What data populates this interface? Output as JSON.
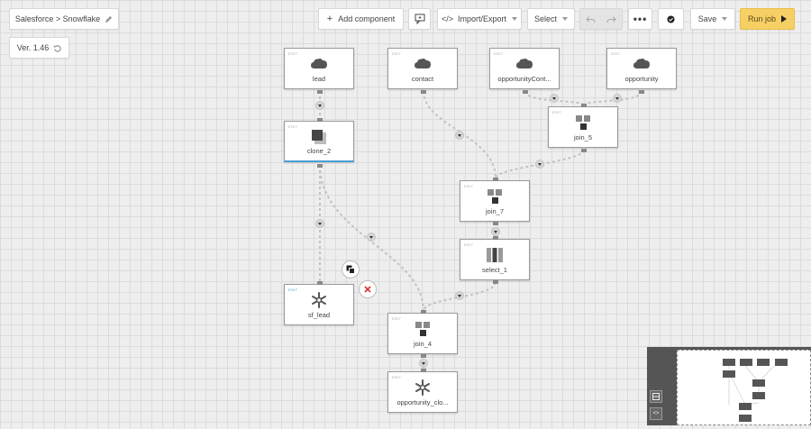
{
  "header": {
    "breadcrumb": "Salesforce > Snowflake",
    "version": "Ver. 1.46",
    "add_component": "Add component",
    "import_export": "Import/Export",
    "select": "Select",
    "save": "Save",
    "run_job": "Run job"
  },
  "node_edit_label": "EDIT",
  "nodes": {
    "lead": "lead",
    "contact": "contact",
    "opportunity_contact": "opportunityCont...",
    "opportunity": "opportunity",
    "clone_2": "clone_2",
    "join_5": "join_5",
    "join_7": "join_7",
    "select_1": "select_1",
    "sf_lead": "sf_lead",
    "join_4": "join_4",
    "opportunity_clone": "opportunity_clo..."
  },
  "colors": {
    "run_job_bg": "#f7d065",
    "selected_underline": "#4a9fd6",
    "remove_x": "#d33"
  },
  "icons": [
    "pencil-icon",
    "undo-history-icon",
    "plus-icon",
    "comment-icon",
    "code-icon",
    "undo-icon",
    "redo-icon",
    "more-icon",
    "check-icon",
    "play-icon",
    "salesforce-cloud-icon",
    "clone-icon",
    "join-icon",
    "select-icon",
    "snowflake-icon",
    "duplicate-icon",
    "remove-icon"
  ]
}
